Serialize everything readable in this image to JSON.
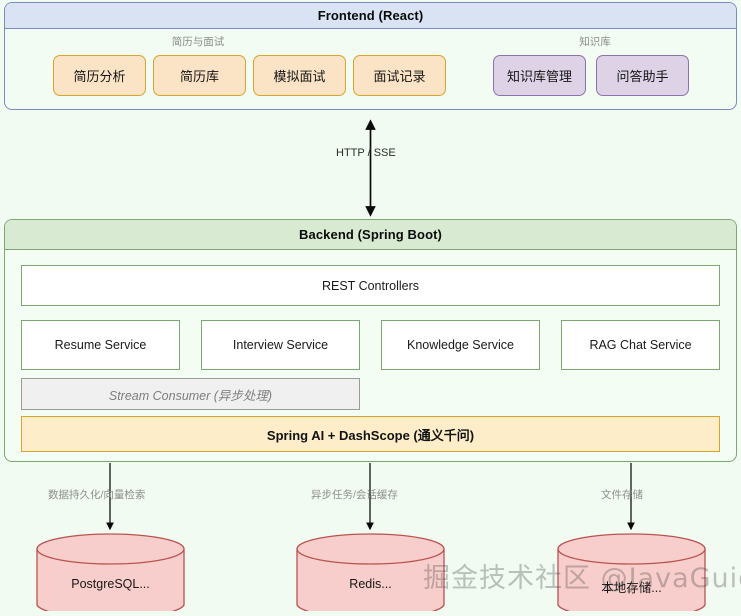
{
  "diagram": {
    "background_color": "#f1fbf1",
    "frontend": {
      "title": "Frontend (React)",
      "header_color": "#dae3f3",
      "border_color": "#7a8bbf",
      "groups": [
        {
          "caption": "简历与面试",
          "chips": [
            {
              "label": "简历分析"
            },
            {
              "label": "简历库"
            },
            {
              "label": "模拟面试"
            },
            {
              "label": "面试记录"
            }
          ]
        },
        {
          "caption": "知识库",
          "chips": [
            {
              "label": "知识库管理"
            },
            {
              "label": "问答助手"
            }
          ]
        }
      ]
    },
    "link_frontend_backend": {
      "label": "HTTP / SSE",
      "direction": "bidirectional"
    },
    "backend": {
      "title": "Backend (Spring Boot)",
      "header_color": "#d9ead3",
      "border_color": "#7ba86f",
      "controllers": {
        "label": "REST Controllers"
      },
      "services": [
        {
          "label": "Resume Service"
        },
        {
          "label": "Interview Service"
        },
        {
          "label": "Knowledge Service"
        },
        {
          "label": "RAG Chat Service"
        }
      ],
      "stream_consumer": {
        "label": "Stream Consumer (异步处理)"
      },
      "ai_layer": {
        "label": "Spring AI + DashScope (通义千问)",
        "color": "#fdeec9"
      }
    },
    "stores": [
      {
        "edge_label": "数据持久化/向量检索",
        "label": "PostgreSQL...",
        "color": "#f8cecc",
        "border_color": "#b85450"
      },
      {
        "edge_label": "异步任务/会话缓存",
        "label": "Redis...",
        "color": "#f8cecc",
        "border_color": "#b85450"
      },
      {
        "edge_label": "文件存储",
        "label": "本地存储...",
        "color": "#f8cecc",
        "border_color": "#b85450"
      }
    ],
    "watermark": "掘金技术社区 @JavaGuide"
  }
}
